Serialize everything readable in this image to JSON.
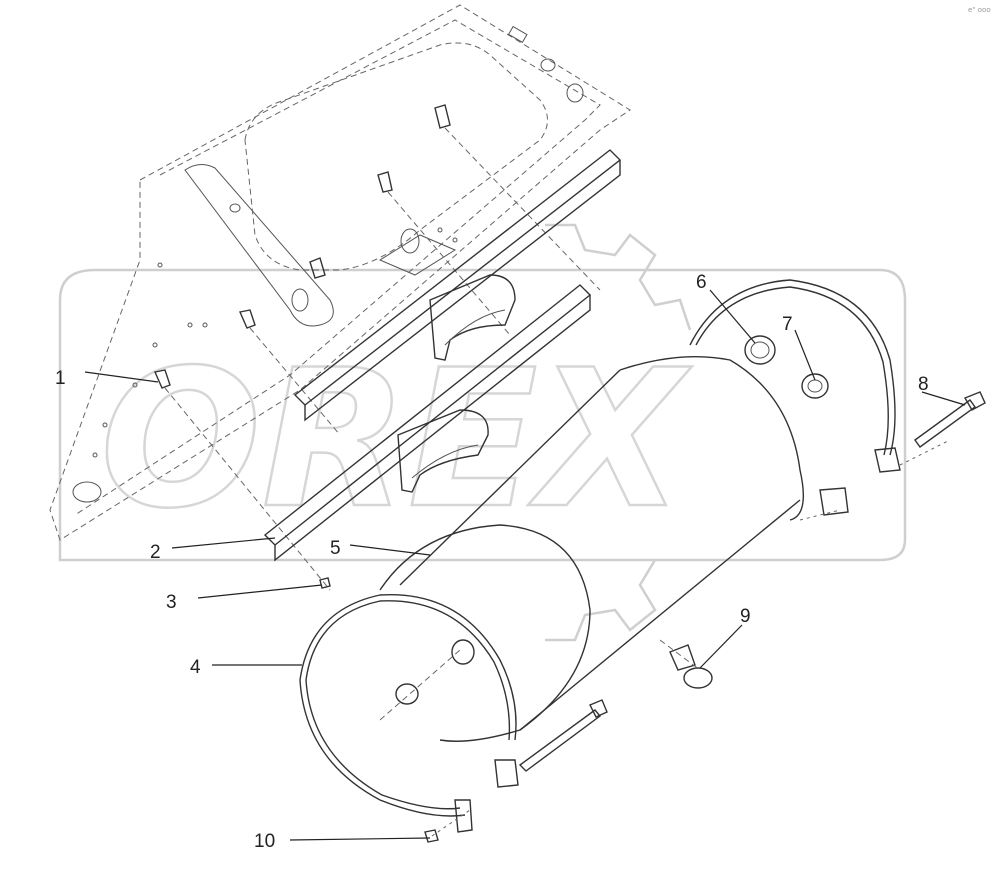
{
  "watermark": {
    "text": "OREX"
  },
  "corner_mark": "e\" ooo",
  "callouts": [
    {
      "id": "1",
      "label": "1"
    },
    {
      "id": "2",
      "label": "2"
    },
    {
      "id": "3",
      "label": "3"
    },
    {
      "id": "4",
      "label": "4"
    },
    {
      "id": "5",
      "label": "5"
    },
    {
      "id": "6",
      "label": "6"
    },
    {
      "id": "7",
      "label": "7"
    },
    {
      "id": "8",
      "label": "8"
    },
    {
      "id": "9",
      "label": "9"
    },
    {
      "id": "10",
      "label": "10"
    }
  ]
}
